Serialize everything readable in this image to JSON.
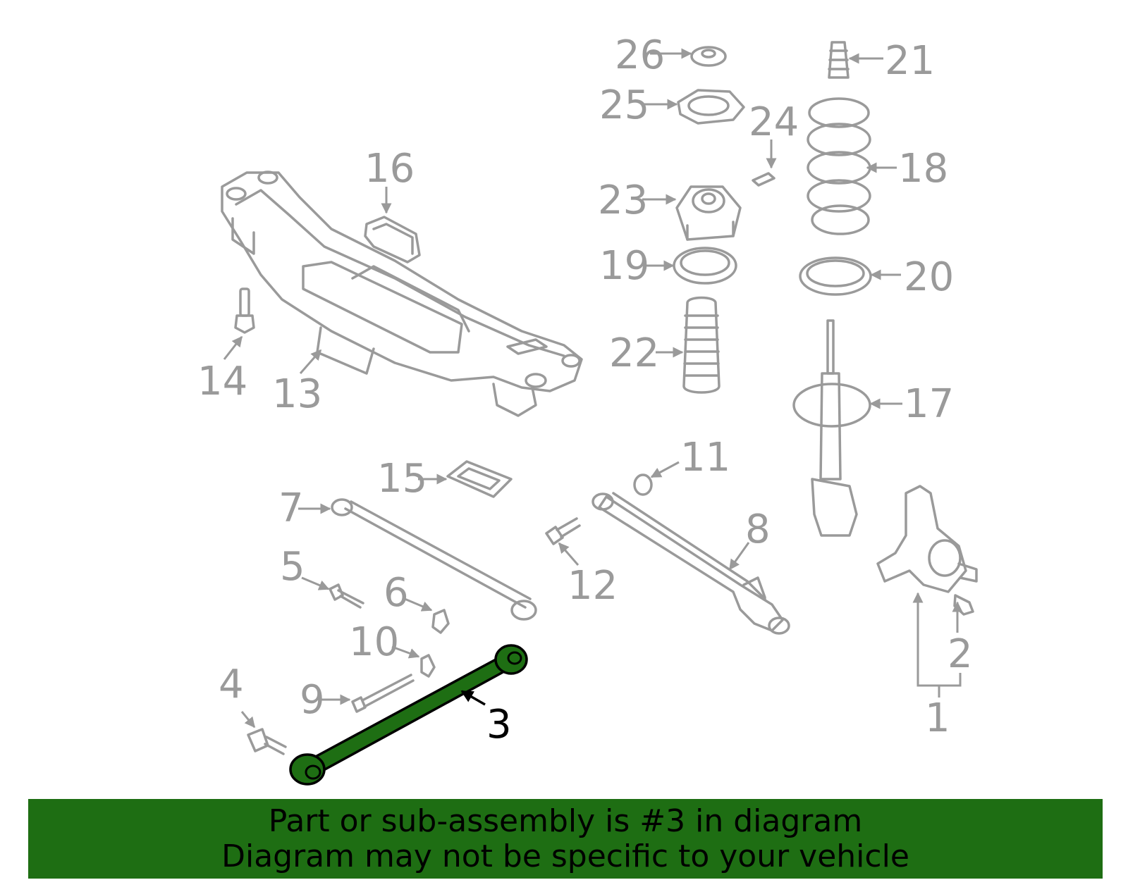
{
  "diagram": {
    "highlight_color": "#1e6e13",
    "part_color": "#9a9a9a",
    "highlighted_part": "3",
    "callouts": {
      "c1": "1",
      "c2": "2",
      "c3": "3",
      "c4": "4",
      "c5": "5",
      "c6": "6",
      "c7": "7",
      "c8": "8",
      "c9": "9",
      "c10": "10",
      "c11": "11",
      "c12": "12",
      "c13": "13",
      "c14": "14",
      "c15": "15",
      "c16": "16",
      "c17": "17",
      "c18": "18",
      "c19": "19",
      "c20": "20",
      "c21": "21",
      "c22": "22",
      "c23": "23",
      "c24": "24",
      "c25": "25",
      "c26": "26"
    }
  },
  "banner": {
    "line1": "Part or sub-assembly is #3 in diagram",
    "line2": "Diagram may not be specific to your vehicle",
    "background": "#1e6e13"
  }
}
